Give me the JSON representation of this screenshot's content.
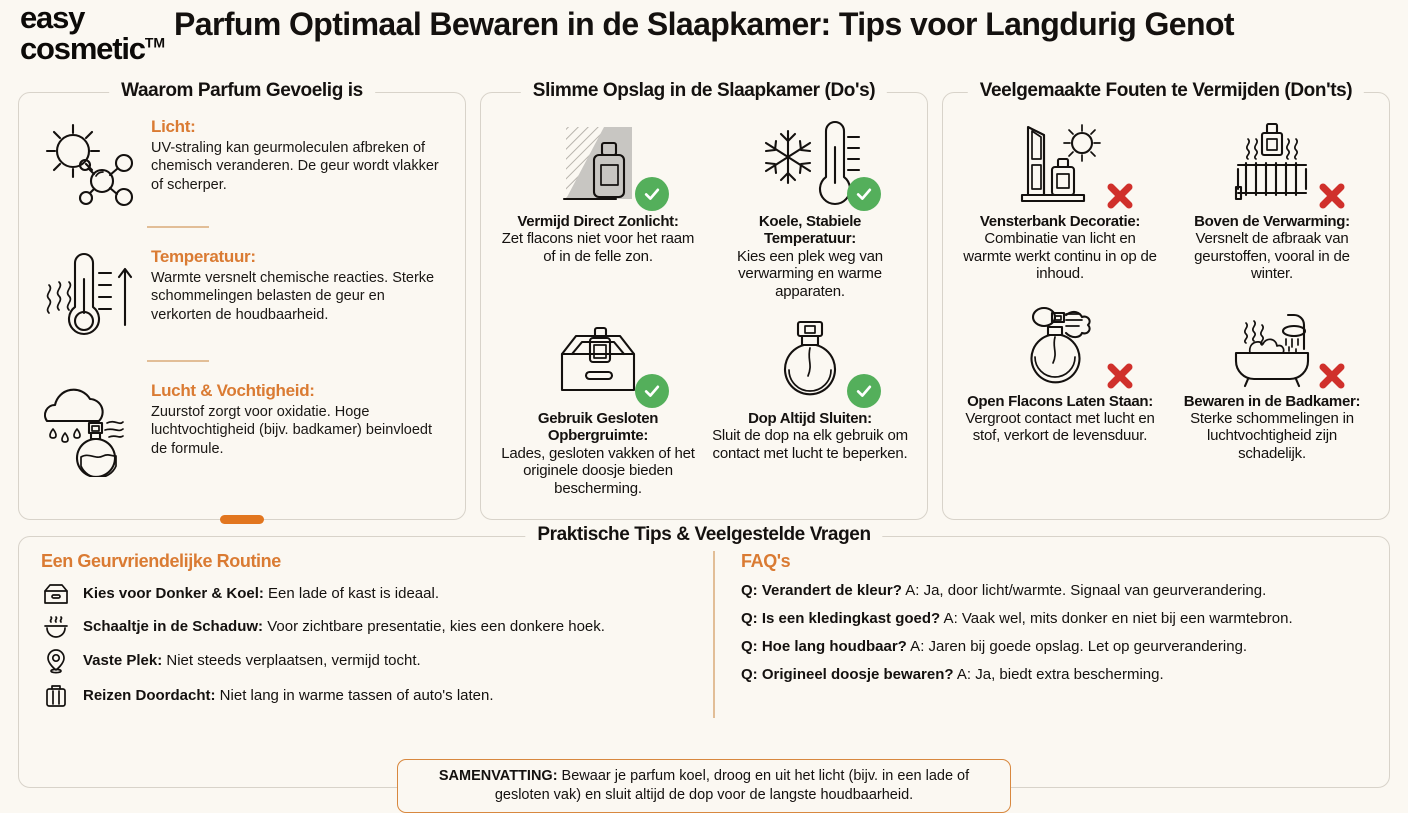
{
  "brand": {
    "line1": "easy",
    "line2": "cosmetic",
    "tm": "TM"
  },
  "title": "Parfum Optimaal Bewaren in de Slaapkamer: Tips voor Langdurig Genot",
  "colors": {
    "accent_orange": "#DA7B33",
    "pill_orange": "#E2761F",
    "check_green": "#54AF5B",
    "cross_red": "#D0302B",
    "background": "#FBF8F2",
    "border": "#D8D3CA",
    "divider_tan": "#E2BE97"
  },
  "panels": {
    "why": {
      "legend": "Waarom Parfum Gevoelig is",
      "items": [
        {
          "icon": "sun-molecule-icon",
          "heading": "Licht:",
          "text": "UV-straling kan geurmoleculen afbreken of chemisch veranderen. De geur wordt vlakker of scherper."
        },
        {
          "icon": "thermometer-heat-icon",
          "heading": "Temperatuur:",
          "text": "Warmte versnelt chemische reacties. Sterke schommelingen belasten de geur en verkorten de houdbaarheid."
        },
        {
          "icon": "cloud-humidity-bottle-icon",
          "heading": "Lucht & Vochtigheid:",
          "text": "Zuurstof zorgt voor oxidatie. Hoge luchtvochtigheid (bijv. badkamer) beinvloedt de formule."
        }
      ]
    },
    "dos": {
      "legend": "Slimme Opslag in de Slaapkamer (Do's)",
      "items": [
        {
          "icon": "shade-bottle-icon",
          "badge": "check",
          "heading": "Vermijd Direct Zonlicht:",
          "text": "Zet flacons niet voor het raam of in de felle zon."
        },
        {
          "icon": "snowflake-thermometer-icon",
          "badge": "check",
          "heading": "Koele, Stabiele Temperatuur:",
          "text": "Kies een plek weg van verwarming en warme apparaten."
        },
        {
          "icon": "drawer-box-icon",
          "badge": "check",
          "heading": "Gebruik Gesloten Opbergruimte:",
          "text": "Lades, gesloten vakken of het originele doosje bieden bescherming."
        },
        {
          "icon": "closed-bottle-cap-icon",
          "badge": "check",
          "heading": "Dop Altijd Sluiten:",
          "text": "Sluit de dop na elk gebruik om contact met lucht te beperken."
        }
      ]
    },
    "donts": {
      "legend": "Veelgemaakte Fouten te Vermijden (Don'ts)",
      "items": [
        {
          "icon": "window-sun-bottle-icon",
          "badge": "cross",
          "heading": "Vensterbank Decoratie:",
          "text": "Combinatie van licht en warmte werkt continu in op de inhoud."
        },
        {
          "icon": "radiator-bottle-icon",
          "badge": "cross",
          "heading": "Boven de Verwarming:",
          "text": "Versnelt de afbraak van geurstoffen, vooral in de winter."
        },
        {
          "icon": "open-spray-bottle-icon",
          "badge": "cross",
          "heading": "Open Flacons Laten Staan:",
          "text": "Vergroot contact met lucht en stof, verkort de levensduur."
        },
        {
          "icon": "bathtub-shower-icon",
          "badge": "cross",
          "heading": "Bewaren in de Badkamer:",
          "text": "Sterke schommelingen in luchtvochtigheid zijn schadelijk."
        }
      ]
    },
    "bottom": {
      "legend": "Praktische Tips & Veelgestelde Vragen",
      "routine": {
        "heading": "Een Geurvriendelijke Routine",
        "tips": [
          {
            "icon": "drawer-icon",
            "label": "Kies voor Donker & Koel:",
            "text": " Een lade of kast is ideaal."
          },
          {
            "icon": "bowl-steam-icon",
            "label": "Schaaltje in de Schaduw:",
            "text": " Voor zichtbare presentatie, kies een donkere hoek."
          },
          {
            "icon": "location-pin-icon",
            "label": "Vaste Plek:",
            "text": " Niet steeds verplaatsen, vermijd tocht."
          },
          {
            "icon": "suitcase-icon",
            "label": "Reizen Doordacht:",
            "text": " Niet lang in warme tassen of auto's laten."
          }
        ]
      },
      "faq": {
        "heading": "FAQ's",
        "items": [
          {
            "q": "Q: Verandert de kleur?",
            "a": " A: Ja, door licht/warmte. Signaal van geurverandering."
          },
          {
            "q": "Q: Is een kledingkast goed?",
            "a": " A: Vaak wel, mits donker en niet bij een warmtebron."
          },
          {
            "q": "Q: Hoe lang houdbaar?",
            "a": " A: Jaren bij goede opslag. Let op geurverandering."
          },
          {
            "q": "Q: Origineel doosje bewaren?",
            "a": " A: Ja, biedt extra bescherming."
          }
        ]
      },
      "summary": {
        "label": "SAMENVATTING:",
        "text": " Bewaar je parfum koel, droog en uit het licht (bijv. in een lade of gesloten vak) en sluit altijd de dop voor de langste houdbaarheid."
      }
    }
  }
}
